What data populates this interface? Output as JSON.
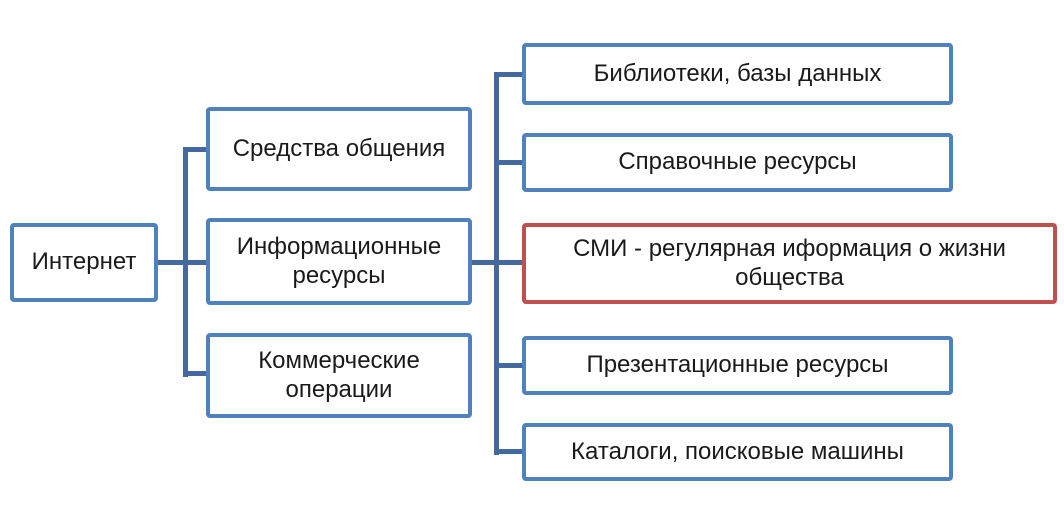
{
  "diagram": {
    "type": "hierarchy-tree",
    "root": {
      "label": "Интернет"
    },
    "level2": [
      {
        "label": "Средства общения"
      },
      {
        "label": "Информационные ресурсы"
      },
      {
        "label": "Коммерческие операции"
      }
    ],
    "level3": [
      {
        "label": "Библиотеки, базы данных",
        "highlighted": false
      },
      {
        "label": "Справочные ресурсы",
        "highlighted": false
      },
      {
        "label": "СМИ - регулярная иформация о жизни общества",
        "highlighted": true
      },
      {
        "label": "Презентационные ресурсы",
        "highlighted": false
      },
      {
        "label": "Каталоги, поисковые машины",
        "highlighted": false
      }
    ],
    "colors": {
      "node_border": "#4f81bd",
      "highlight_border": "#c0504d",
      "connector": "#44699e",
      "text": "#1a1a1a",
      "background": "#ffffff"
    }
  }
}
